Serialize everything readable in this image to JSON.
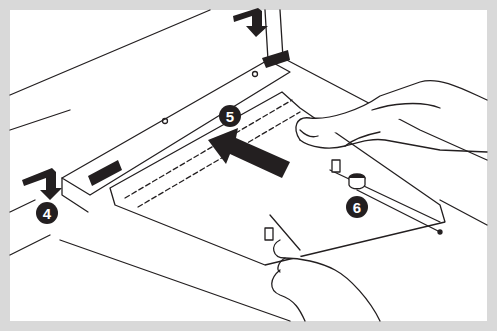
{
  "diagram": {
    "labels": [
      "4",
      "5",
      "6"
    ]
  }
}
